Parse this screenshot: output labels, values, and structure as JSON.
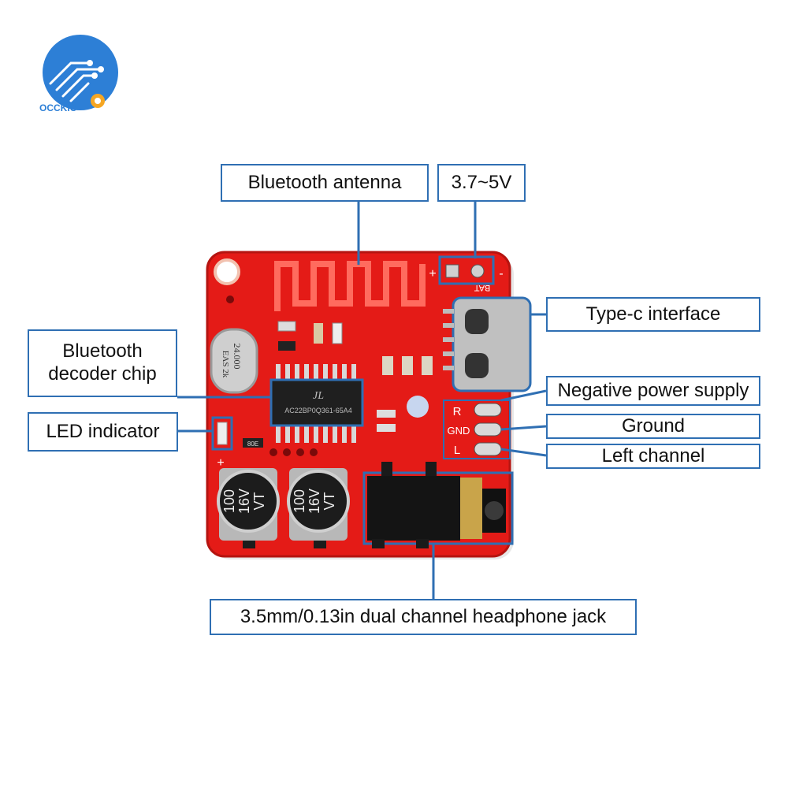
{
  "brand": {
    "name": "OCCKIC"
  },
  "labels": {
    "antenna": "Bluetooth antenna",
    "voltage": "3.7~5V",
    "typec": "Type-c interface",
    "decoder_line1": "Bluetooth",
    "decoder_line2": "decoder chip",
    "led": "LED indicator",
    "negative": "Negative power supply",
    "ground": "Ground",
    "left": "Left channel",
    "jack": "3.5mm/0.13in dual channel headphone jack"
  },
  "board": {
    "crystal_line1": "24.000",
    "crystal_line2": "EAS 2k",
    "chip_marking": "AC22BP0Q361-65A4",
    "chip_logo": "JL",
    "cap_left": [
      "100",
      "16V",
      "VT"
    ],
    "cap_right": [
      "100",
      "16V",
      "VT"
    ],
    "bat_label": "BAT",
    "plus": "+",
    "minus": "-",
    "pad_r": "R",
    "pad_gnd": "GND",
    "pad_l": "L",
    "led_plus": "+",
    "led_part": "80E"
  },
  "colors": {
    "pcb": "#e41b17",
    "callout_border": "#2f6fb3",
    "logo_blue": "#2d7fd6",
    "logo_orange": "#f5a623"
  }
}
